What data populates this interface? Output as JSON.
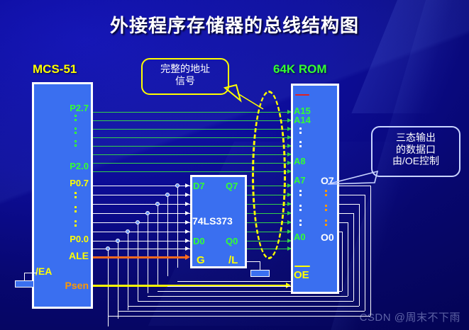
{
  "slide": {
    "title": "外接程序存储器的总线结构图",
    "watermark": "CSDN @周末不下雨",
    "colors": {
      "background": "#0d0d9a",
      "chip_fill": "#3a6ff0",
      "title_text": "#ffffff",
      "address_wire": "#33d14a",
      "data_wire": "#ffffff",
      "ale_wire": "#ff6a1e",
      "psen_wire": "#ffff00",
      "label_green": "#33ff33",
      "label_yellow": "#ffff00",
      "label_orange": "#ff9900"
    }
  },
  "mcu": {
    "caption": "MCS-51",
    "pins": {
      "p2_high": "P2.7",
      "p2_low": "P2.0",
      "p0_high": "P0.7",
      "p0_low": "P0.0",
      "ale": "ALE",
      "ea": "/EA",
      "psen": "Psen"
    }
  },
  "latch": {
    "part_number": "74LS373",
    "pins": {
      "d_high": "D7",
      "d_low": "D0",
      "q_high": "Q7",
      "q_low": "Q0",
      "enable": "G",
      "oc": "/L"
    }
  },
  "rom": {
    "caption": "64K ROM",
    "pins": {
      "a15": "A15",
      "a14": "A14",
      "a8": "A8",
      "a7": "A7",
      "a0": "A0",
      "o7": "O7",
      "o0": "O0",
      "oe": "OE"
    }
  },
  "callouts": {
    "address": {
      "line1": "完整的地址",
      "line2": "信号"
    },
    "output": {
      "line1": "三态输出",
      "line2": "的数据口",
      "line3": "由/OE控制"
    }
  }
}
